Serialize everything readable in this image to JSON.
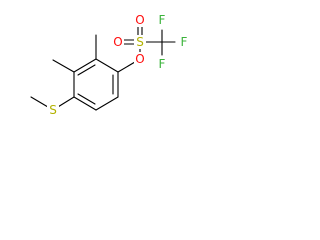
{
  "atoms": {
    "o_ester": "O",
    "s_sulfonyl": "S",
    "o_sulfonyl_left": "O",
    "o_sulfonyl_top": "O",
    "f_top": "F",
    "f_right": "F",
    "f_bottom": "F",
    "s_thioether": "S"
  },
  "colors": {
    "bond": "#000000",
    "oxygen": "#ff0d0d",
    "sulfur": "#b2b200",
    "fluorine": "#3bb33b",
    "background": "#ffffff"
  }
}
